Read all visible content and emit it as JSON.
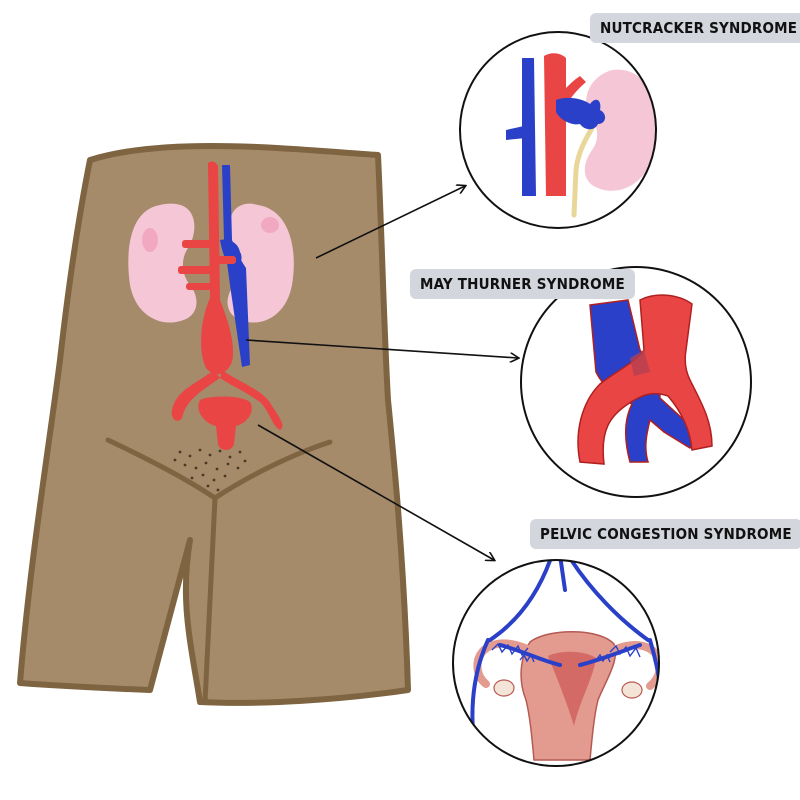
{
  "labels": {
    "nutcracker": "NUTCRACKER SYNDROME",
    "may_thurner": "MAY THURNER SYNDROME",
    "pelvic_congestion": "PELVIC CONGESTION SYNDROME"
  },
  "colors": {
    "body_fill": "#a58b6a",
    "body_outline": "#7e6441",
    "artery": "#ea4545",
    "vein": "#2a40c8",
    "kidney": "#f4c6d6",
    "ureter": "#f3df9a",
    "uterus": "#e39a8f",
    "label_bg": "#d4d6de"
  }
}
